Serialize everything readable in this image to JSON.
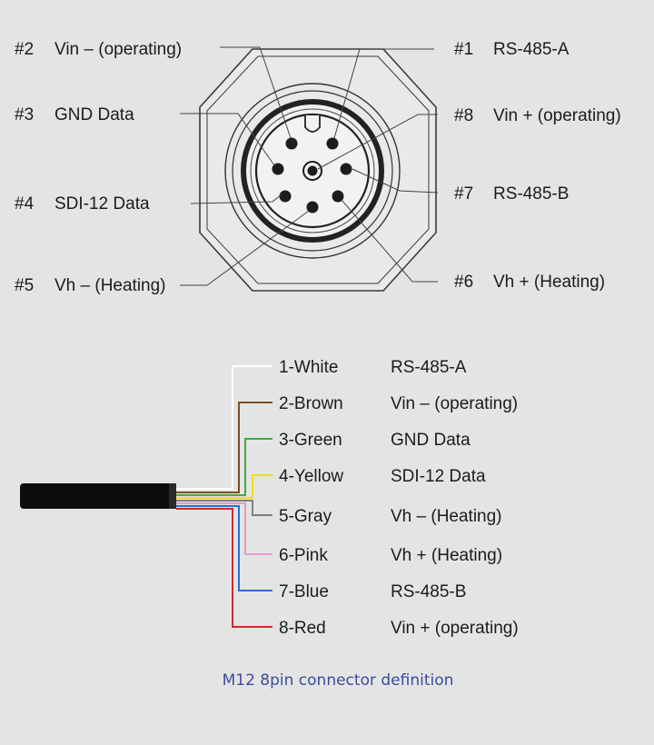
{
  "pins": [
    {
      "id": "#1",
      "name": "RS-485-A"
    },
    {
      "id": "#2",
      "name": "Vin –  (operating)"
    },
    {
      "id": "#3",
      "name": "GND Data"
    },
    {
      "id": "#4",
      "name": "SDI-12 Data"
    },
    {
      "id": "#5",
      "name": "Vh – (Heating)"
    },
    {
      "id": "#6",
      "name": "Vh + (Heating)"
    },
    {
      "id": "#7",
      "name": "RS-485-B"
    },
    {
      "id": "#8",
      "name": "Vin + (operating)"
    }
  ],
  "wires": [
    {
      "label": "1-White",
      "signal": "RS-485-A",
      "color": "#ffffff"
    },
    {
      "label": "2-Brown",
      "signal": "Vin –  (operating)",
      "color": "#7a4e24"
    },
    {
      "label": "3-Green",
      "signal": "GND Data",
      "color": "#3fae3f"
    },
    {
      "label": "4-Yellow",
      "signal": "SDI-12 Data",
      "color": "#f2dc1c"
    },
    {
      "label": "5-Gray",
      "signal": "Vh – (Heating)",
      "color": "#7f7f7f"
    },
    {
      "label": "6-Pink",
      "signal": "Vh + (Heating)",
      "color": "#e59ac9"
    },
    {
      "label": "7-Blue",
      "signal": "RS-485-B",
      "color": "#2a6fd1"
    },
    {
      "label": "8-Red",
      "signal": "Vin + (operating)",
      "color": "#d1282b"
    }
  ],
  "caption": "M12 8pin connector definition"
}
